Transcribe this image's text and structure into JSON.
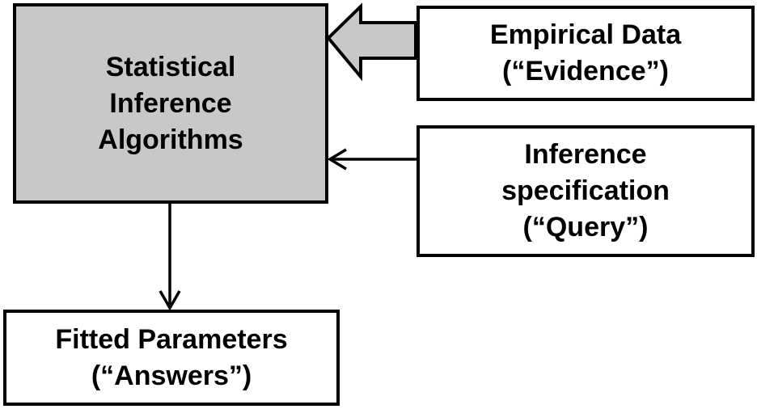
{
  "diagram": {
    "algorithms_box": {
      "lines": [
        "Statistical",
        "Inference",
        "Algorithms"
      ],
      "fill": "#c8c8c8"
    },
    "evidence_box": {
      "lines": [
        "Empirical Data",
        "(“Evidence”)"
      ]
    },
    "query_box": {
      "lines": [
        "Inference",
        "specification",
        "(“Query”)"
      ]
    },
    "answers_box": {
      "lines": [
        "Fitted Parameters",
        "(“Answers”)"
      ]
    },
    "colors": {
      "stroke": "#000000",
      "box_fill": "#ffffff",
      "shaded_fill": "#c8c8c8"
    }
  }
}
